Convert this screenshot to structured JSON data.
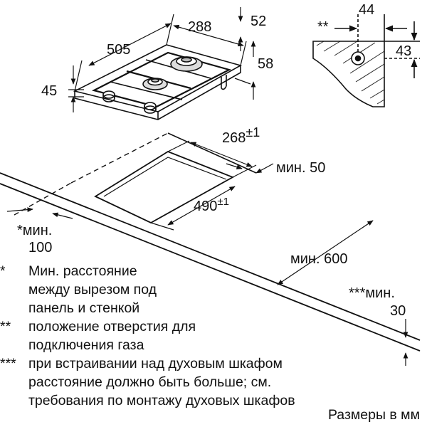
{
  "dimensions": {
    "width_505": "505",
    "depth_288": "288",
    "offset_52": "52",
    "depth_58": "58",
    "height_45": "45",
    "gas_44": "44",
    "gas_43": "43",
    "gas_marker": "**",
    "cutout_268": "268",
    "cutout_490": "490",
    "tolerance": "±1",
    "min_50": "мин. 50",
    "min_100_a": "*мин.",
    "min_100_b": "100",
    "min_600": "мин. 600",
    "min_30_a": "***мин.",
    "min_30_b": "30"
  },
  "notes": [
    {
      "mark": "*",
      "lines": [
        "Мин. расстояние",
        "между вырезом под",
        "панель и стенкой"
      ]
    },
    {
      "mark": "**",
      "lines": [
        "положение отверстия для",
        "подключения газа"
      ]
    },
    {
      "mark": "***",
      "lines": [
        "при встраивании над духовым шкафом",
        "расстояние должно быть больше; см.",
        "требования по монтажу духовых шкафов"
      ]
    }
  ],
  "units_note": "Размеры в мм"
}
